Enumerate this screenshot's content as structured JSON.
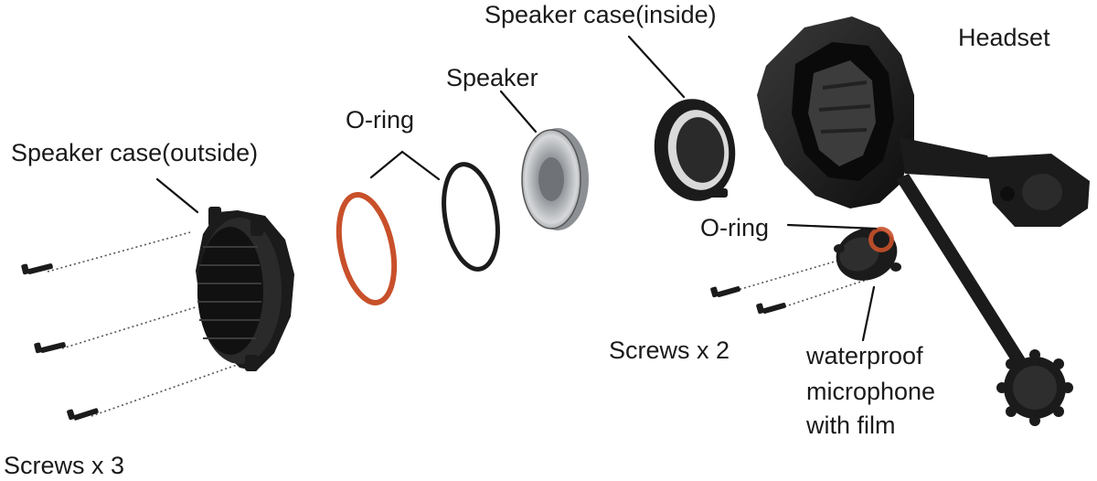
{
  "labels": {
    "speaker_case_outside": "Speaker case(outside)",
    "o_ring_left": "O-ring",
    "speaker": "Speaker",
    "speaker_case_inside": "Speaker case(inside)",
    "headset": "Headset",
    "o_ring_right": "O-ring",
    "screws_x2": "Screws x 2",
    "mic_line1": "waterproof",
    "mic_line2": "microphone",
    "mic_line3": "with film",
    "screws_x3": "Screws x 3"
  },
  "colors": {
    "part_black": "#1b1b1b",
    "o_ring_orange": "#c8502a",
    "speaker_silver": "#b9bcbf"
  }
}
